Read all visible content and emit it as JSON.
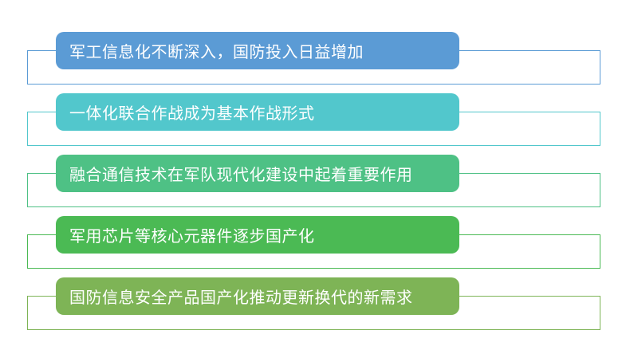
{
  "page": {
    "background": "#ffffff",
    "text_color": "#ffffff"
  },
  "rows": [
    {
      "label": "军工信息化不断深入，国防投入日益增加",
      "color": "#5B9BD5"
    },
    {
      "label": "一体化联合作战成为基本作战形式",
      "color": "#52C7CC"
    },
    {
      "label": "融合通信技术在军队现代化建设中起着重要作用",
      "color": "#4EC185"
    },
    {
      "label": "军用芯片等核心元器件逐步国产化",
      "color": "#4BBA54"
    },
    {
      "label": "国防信息安全产品国产化推动更新换代的新需求",
      "color": "#7EB456"
    }
  ]
}
